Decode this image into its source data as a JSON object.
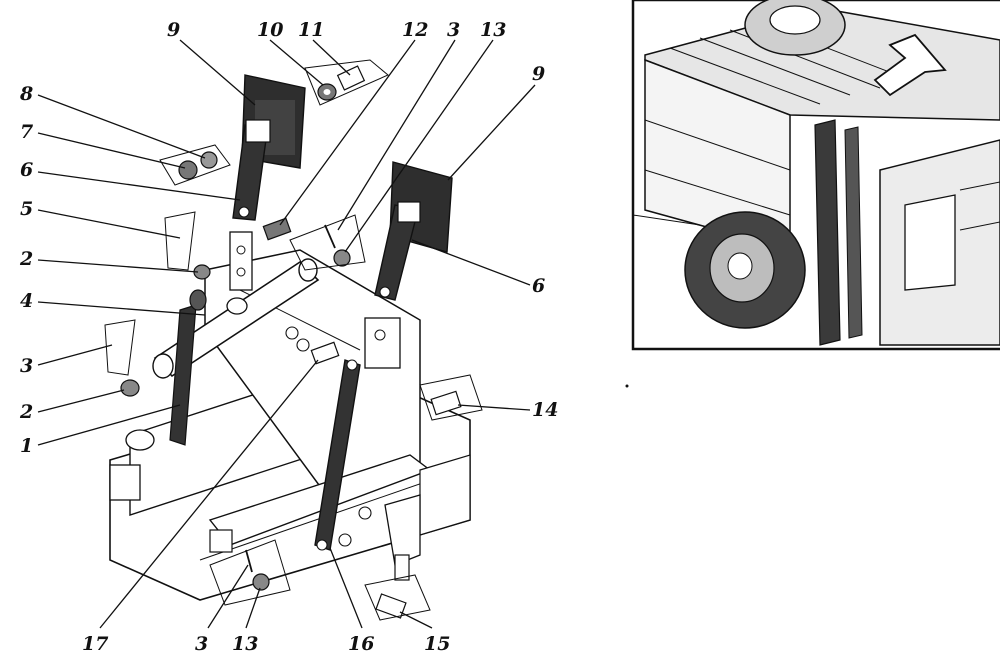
{
  "callouts": [
    "9",
    "10",
    "11",
    "12",
    "3",
    "13",
    "9",
    "8",
    "7",
    "6",
    "5",
    "2",
    "4",
    "3",
    "2",
    "1",
    "6",
    "14",
    "17",
    "3",
    "13",
    "16",
    "15"
  ]
}
